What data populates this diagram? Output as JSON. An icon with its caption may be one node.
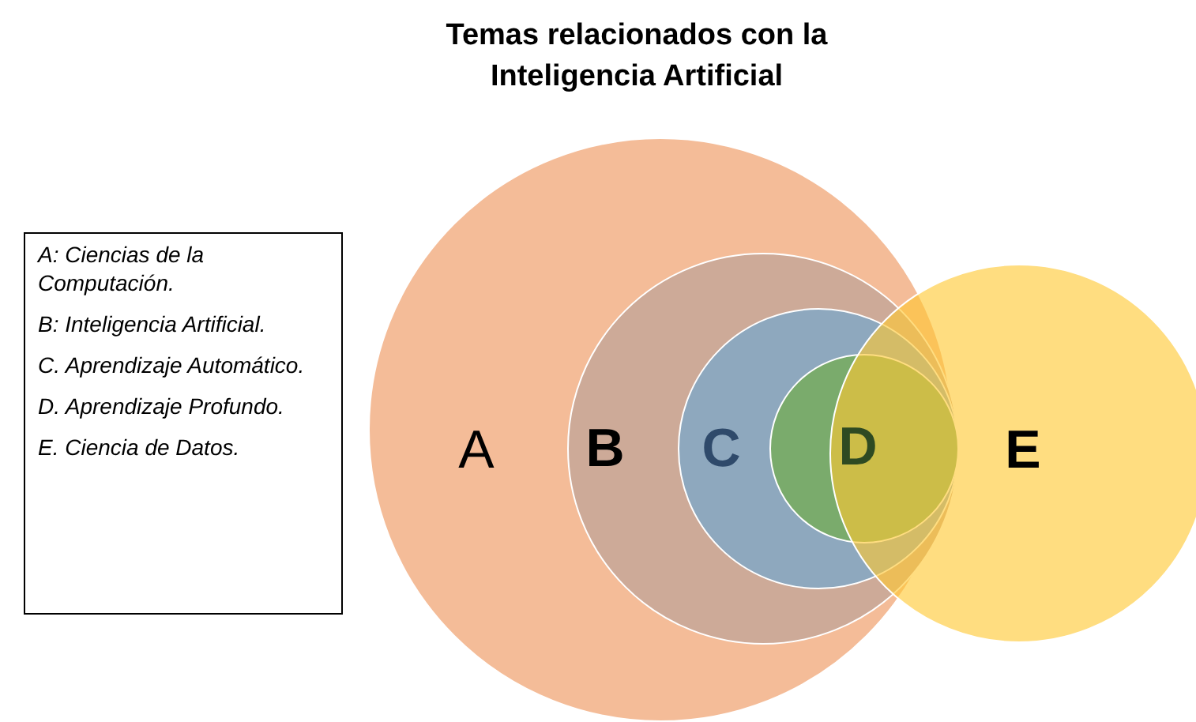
{
  "diagram": {
    "title": "Temas relacionados con la Inteligencia Artificial",
    "nodes": [
      {
        "text": [
          "A"
        ]
      },
      {
        "text": [
          "B"
        ],
        "in": 0
      },
      {
        "text": [
          "C"
        ],
        "in": 1
      },
      {
        "text": [
          "D"
        ],
        "in": 2
      },
      {
        "text": [
          "E"
        ]
      },
      {
        "text": [
          "A: Ciencias de la Computación.",
          "B: Inteligencia Artificial.",
          "C. Aprendizaje Automático.",
          "D. Aprendizaje Profundo.",
          "E. Ciencia de Datos."
        ]
      }
    ],
    "edges": []
  }
}
